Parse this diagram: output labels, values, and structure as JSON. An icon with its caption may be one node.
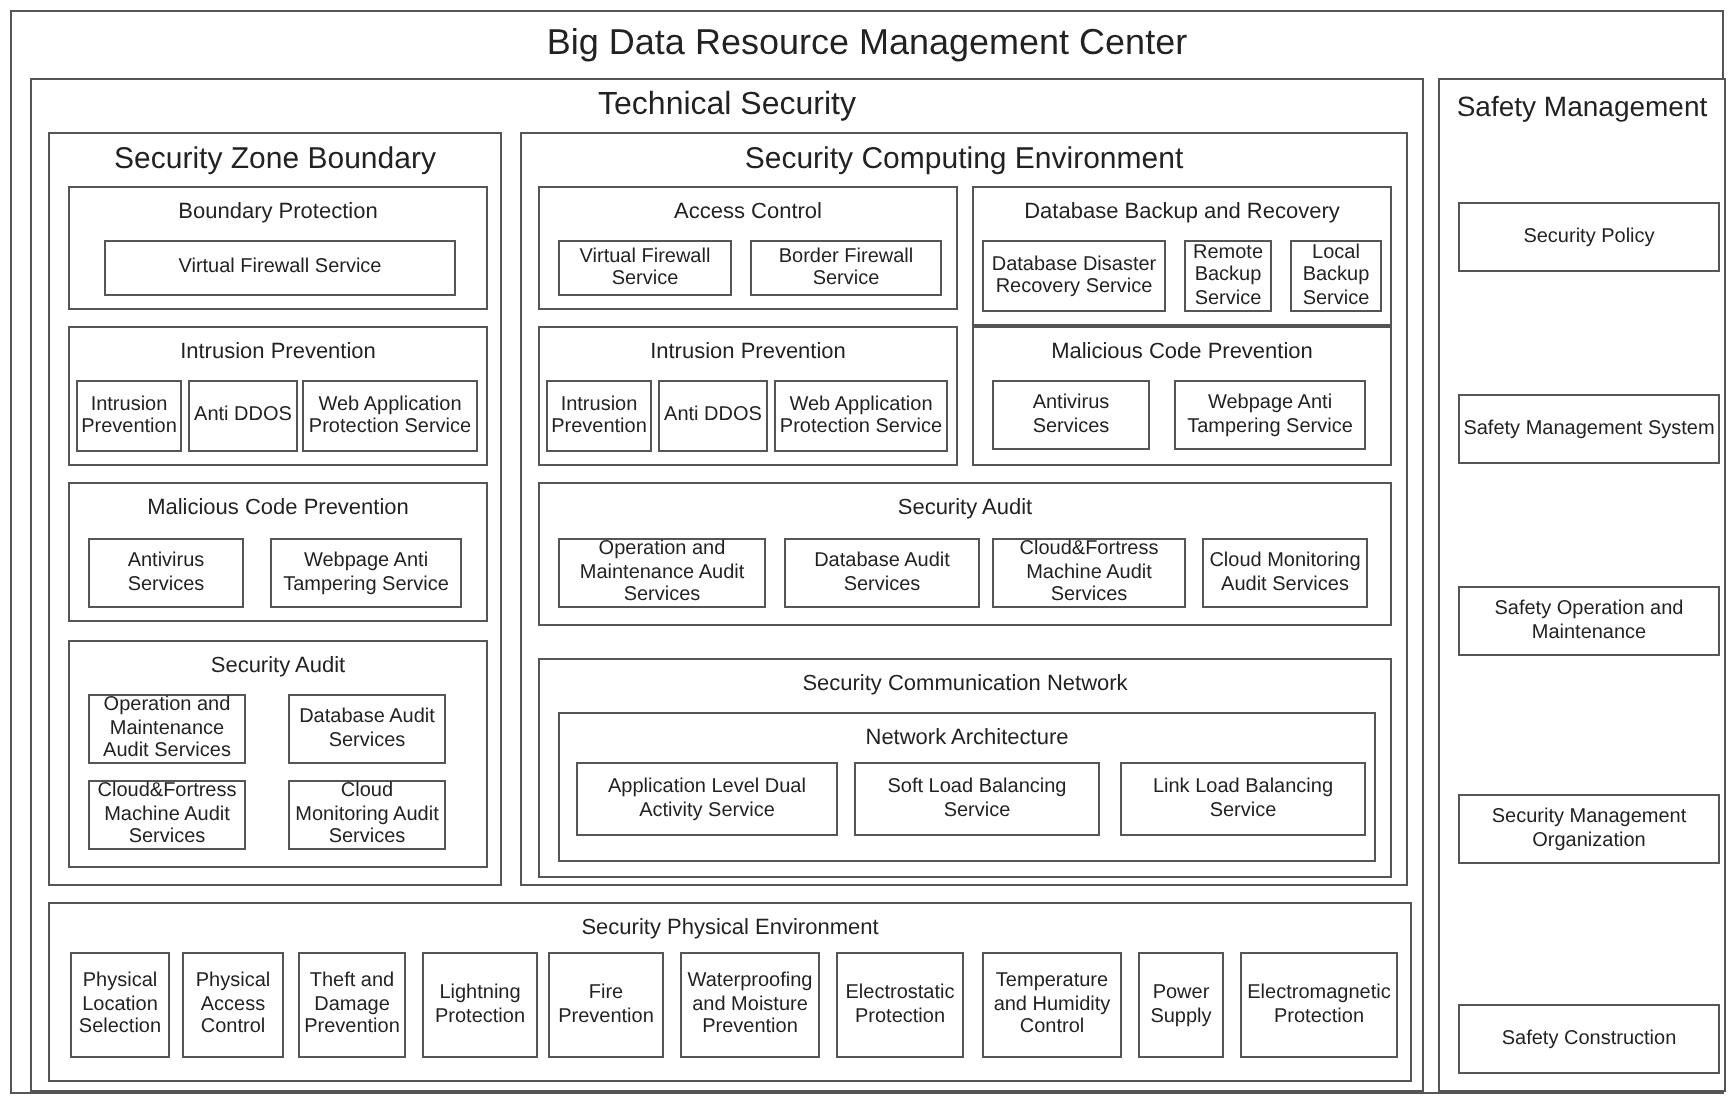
{
  "diagram": {
    "nodes": [
      {
        "text": [
          "Big Data Resource Management Center"
        ]
      },
      {
        "text": [
          "Technical Security"
        ],
        "in": 0
      },
      {
        "text": [
          "Security Zone Boundary"
        ],
        "in": 1
      },
      {
        "text": [
          "Boundary Protection"
        ],
        "in": 2
      },
      {
        "text": [
          "Virtual Firewall Service"
        ],
        "in": 3
      },
      {
        "text": [
          "Intrusion Prevention"
        ],
        "in": 2
      },
      {
        "text": [
          "Intrusion Prevention"
        ],
        "in": 5
      },
      {
        "text": [
          "Anti DDOS"
        ],
        "in": 5
      },
      {
        "text": [
          "Web Application Protection Service"
        ],
        "in": 5
      },
      {
        "text": [
          "Malicious Code Prevention"
        ],
        "in": 2
      },
      {
        "text": [
          "Antivirus Services"
        ],
        "in": 9
      },
      {
        "text": [
          "Webpage Anti Tampering Service"
        ],
        "in": 9
      },
      {
        "text": [
          "Security Audit"
        ],
        "in": 2
      },
      {
        "text": [
          "Operation and Maintenance Audit Services"
        ],
        "in": 12
      },
      {
        "text": [
          "Database Audit Services"
        ],
        "in": 12
      },
      {
        "text": [
          "Cloud&Fortress Machine Audit Services"
        ],
        "in": 12
      },
      {
        "text": [
          "Cloud Monitoring Audit Services"
        ],
        "in": 12
      },
      {
        "text": [
          "Security Computing Environment"
        ],
        "in": 1
      },
      {
        "text": [
          "Access Control"
        ],
        "in": 17
      },
      {
        "text": [
          "Virtual Firewall Service"
        ],
        "in": 18
      },
      {
        "text": [
          "Border Firewall Service"
        ],
        "in": 18
      },
      {
        "text": [
          "Database Backup and Recovery"
        ],
        "in": 17
      },
      {
        "text": [
          "Database Disaster Recovery Service"
        ],
        "in": 21
      },
      {
        "text": [
          "Remote Backup Service"
        ],
        "in": 21
      },
      {
        "text": [
          "Local Backup Service"
        ],
        "in": 21
      },
      {
        "text": [
          "Intrusion Prevention"
        ],
        "in": 17
      },
      {
        "text": [
          "Intrusion Prevention"
        ],
        "in": 25
      },
      {
        "text": [
          "Anti DDOS"
        ],
        "in": 25
      },
      {
        "text": [
          "Web Application Protection Service"
        ],
        "in": 25
      },
      {
        "text": [
          "Malicious Code Prevention"
        ],
        "in": 17
      },
      {
        "text": [
          "Antivirus Services"
        ],
        "in": 29
      },
      {
        "text": [
          "Webpage Anti Tampering Service"
        ],
        "in": 29
      },
      {
        "text": [
          "Security Audit"
        ],
        "in": 17
      },
      {
        "text": [
          "Operation and Maintenance Audit Services"
        ],
        "in": 32
      },
      {
        "text": [
          "Database Audit Services"
        ],
        "in": 32
      },
      {
        "text": [
          "Cloud&Fortress Machine Audit Services"
        ],
        "in": 32
      },
      {
        "text": [
          "Cloud Monitoring Audit Services"
        ],
        "in": 32
      },
      {
        "text": [
          "Security Communication Network"
        ],
        "in": 17
      },
      {
        "text": [
          "Network Architecture"
        ],
        "in": 37
      },
      {
        "text": [
          "Application Level Dual Activity Service"
        ],
        "in": 38
      },
      {
        "text": [
          "Soft Load Balancing Service"
        ],
        "in": 38
      },
      {
        "text": [
          "Link Load Balancing Service"
        ],
        "in": 38
      },
      {
        "text": [
          "Security Physical Environment"
        ],
        "in": 1
      },
      {
        "text": [
          "Physical Location Selection"
        ],
        "in": 42
      },
      {
        "text": [
          "Physical Access Control"
        ],
        "in": 42
      },
      {
        "text": [
          "Theft and Damage Prevention"
        ],
        "in": 42
      },
      {
        "text": [
          "Lightning Protection"
        ],
        "in": 42
      },
      {
        "text": [
          "Fire Prevention"
        ],
        "in": 42
      },
      {
        "text": [
          "Waterproofing and Moisture Prevention"
        ],
        "in": 42
      },
      {
        "text": [
          "Electrostatic Protection"
        ],
        "in": 42
      },
      {
        "text": [
          "Temperature and Humidity Control"
        ],
        "in": 42
      },
      {
        "text": [
          "Power Supply"
        ],
        "in": 42
      },
      {
        "text": [
          "Electromagnetic Protection"
        ],
        "in": 42
      },
      {
        "text": [
          "Safety Management"
        ],
        "in": 0
      },
      {
        "text": [
          "Security Policy"
        ],
        "in": 53
      },
      {
        "text": [
          "Safety Management System"
        ],
        "in": 53
      },
      {
        "text": [
          "Safety Operation and Maintenance"
        ],
        "in": 53
      },
      {
        "text": [
          "Security Management Organization"
        ],
        "in": 53
      },
      {
        "text": [
          "Safety Construction"
        ],
        "in": 53
      }
    ]
  }
}
